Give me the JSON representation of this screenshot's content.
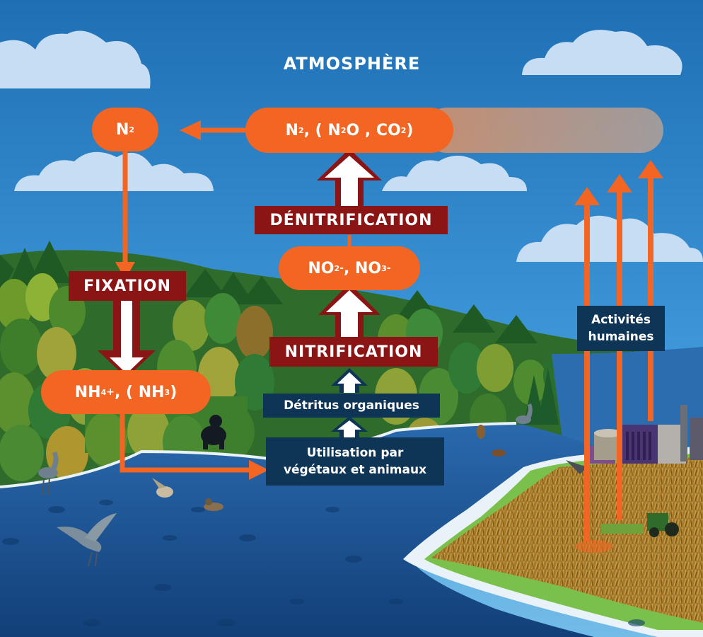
{
  "title": "ATMOSPHÈRE",
  "nodes": {
    "n2": {
      "text": "N",
      "sub": "2"
    },
    "n2_gases": {
      "p1": "N",
      "s1": "2",
      "p2": " , ( N",
      "s2": "2",
      "p3": "O , CO",
      "s3": "2",
      "p4": " )"
    },
    "nh4": {
      "p1": "NH",
      "s1": "4",
      "sup1": "+",
      "p2": " , ( NH",
      "s2": "3",
      "p3": " )"
    },
    "no2_no3": {
      "p1": "NO",
      "s1": "2",
      "sup1": "-",
      "p2": " , NO",
      "s2": "3",
      "sup2": "-"
    }
  },
  "processes": {
    "fixation": "FIXATION",
    "denitrification": "DÉNITRIFICATION",
    "nitrification": "NITRIFICATION",
    "detritus": "Détritus organiques",
    "utilisation_line1": "Utilisation par",
    "utilisation_line2": "végétaux et animaux",
    "human_line1": "Activités",
    "human_line2": "humaines"
  },
  "colors": {
    "sky": "#2a7fc6",
    "water": "#1c5596",
    "node_orange": "#f26522",
    "process_red": "#8b1414",
    "label_navy": "#0e3456",
    "arrow_orange": "#f26522"
  }
}
